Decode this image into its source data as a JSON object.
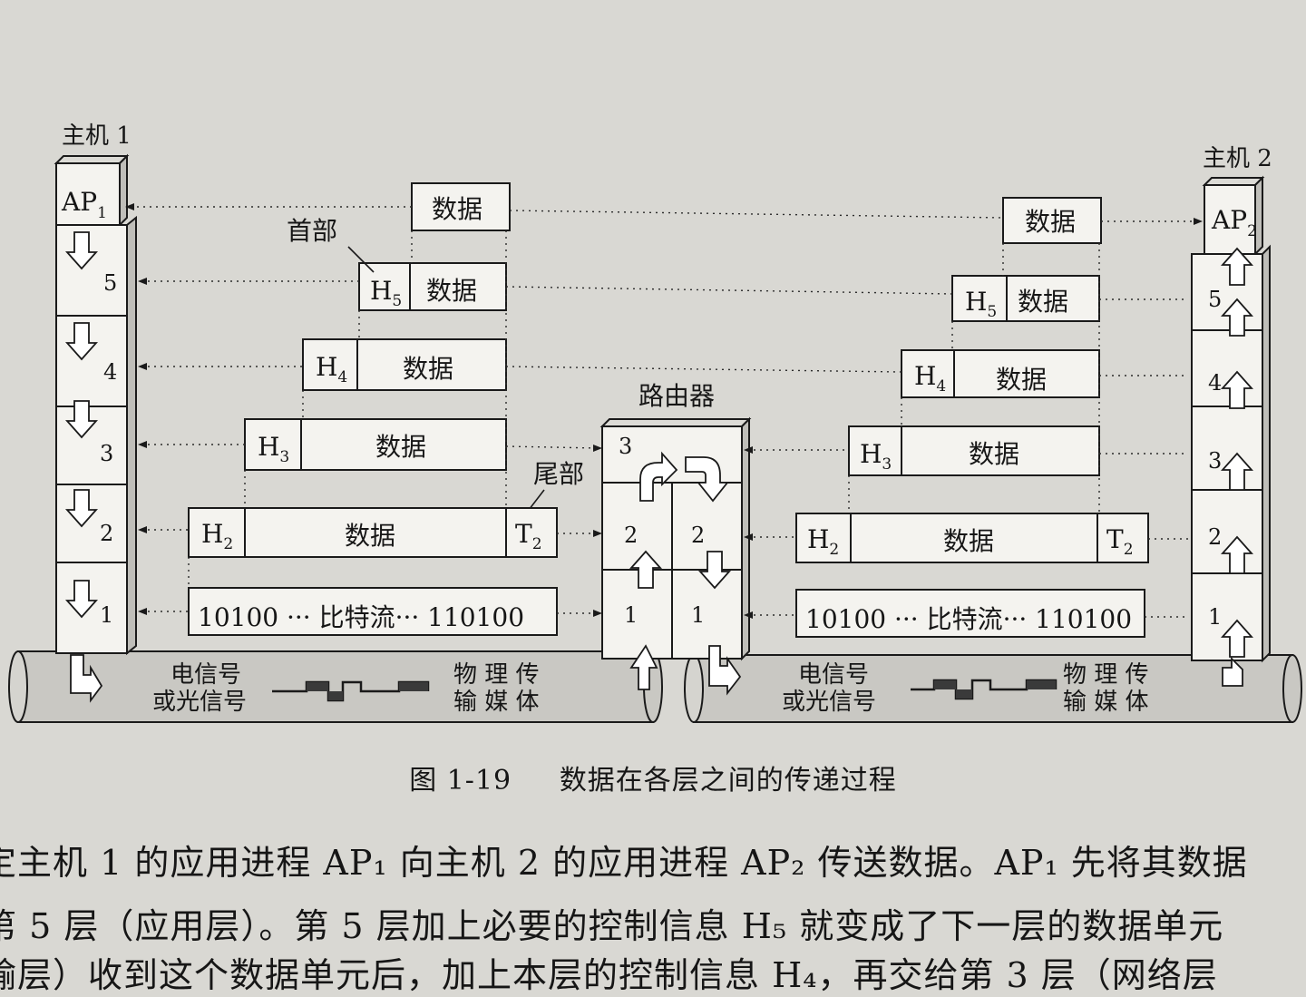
{
  "labels": {
    "host1": "主机 1",
    "host2": "主机 2",
    "router": "路由器",
    "header": "首部",
    "trailer": "尾部",
    "ap1_main": "AP",
    "ap1_sub": "1",
    "ap2_main": "AP",
    "ap2_sub": "2",
    "data": "数据",
    "h5_main": "H",
    "h5_sub": "5",
    "h4_main": "H",
    "h4_sub": "4",
    "h3_main": "H",
    "h3_sub": "3",
    "h2_main": "H",
    "h2_sub": "2",
    "t2_main": "T",
    "t2_sub": "2",
    "bitstream": "10100 ··· 比特流··· 110100",
    "signal_line1": "电信号",
    "signal_line2": "或光信号",
    "medium_line1": "物 理 传",
    "medium_line2": "输 媒 体",
    "layer5": "5",
    "layer4": "4",
    "layer3": "3",
    "layer2": "2",
    "layer1": "1"
  },
  "caption": {
    "figure_no": "图 1-19",
    "title": "数据在各层之间的传递过程"
  },
  "body_text": {
    "line1": "定主机 1 的应用进程 AP₁ 向主机 2 的应用进程 AP₂ 传送数据。AP₁ 先将其数据",
    "line2": "第 5 层（应用层）。第 5 层加上必要的控制信息 H₅ 就变成了下一层的数据单元",
    "line3": "输层）收到这个数据单元后，加上本层的控制信息 H₄，再交给第 3 层（网络层"
  }
}
